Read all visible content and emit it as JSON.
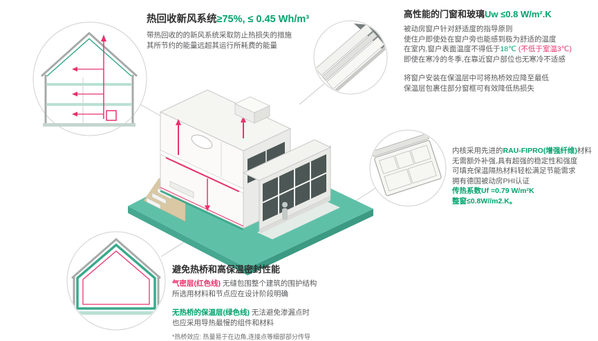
{
  "colors": {
    "accent_green": "#00A36C",
    "platform_teal": "#5FC0A8",
    "accent_red": "#E8336D",
    "line_gray": "#C9C9C9"
  },
  "heat_recovery": {
    "title_black": "热回收新风系统",
    "title_green": "≥75%, ≤ 0.45 Wh/m³",
    "body": [
      "带热回收的的新风系统采取防止热损失的措施",
      "其所节约的能量远超其运行所耗费的能量"
    ]
  },
  "windows": {
    "title_black": "高性能的门窗和玻璃",
    "title_green": "Uw ≤0.8 W/m².K",
    "line1": "被动房窗户针对舒适度的指导原则",
    "line2": "使住户即使处在窗户旁也能感到极为舒适的温度",
    "line3_black": "在室内,窗户表面温度不得低于",
    "line3_green": "18℃",
    "line3_red": " (不低于室温3℃)",
    "line4": "即使在寒冷的冬季,在靠近窗户部位也无寒冷不适感",
    "line5": "将窗户安装在保温层中可将热桥效应降至最低",
    "line6": "保温层包裹住部分窗框可有效降低热损失"
  },
  "frame_profile": {
    "line1_black_a": "内核采用先进的",
    "line1_green": "RAU-FIPRO(增强纤维)",
    "line1_black_b": "材料",
    "line2": "无需额外补强,具有超强的稳定性和强度",
    "line3": "可填充保温隔热材料轻松满足节能需求",
    "line4": "拥有德国被动房PHI认证",
    "u_value_frame": "传热系数Uf =0.79 W/m²K",
    "u_value_window": "整窗≤0.8W//m2.K。"
  },
  "thermal_bridge": {
    "title": "避免热桥和高保温密封性能",
    "airtight_label": "气密层(红色线)",
    "airtight_text": " 无缝包围整个建筑的围护结构",
    "airtight_line2": "所选用材料和节点应在设计阶段明确",
    "insulation_label": "无热桥的保温层(绿色线)",
    "insulation_text": " 无法避免渗漏点时",
    "insulation_line2": "也应采用导热最慢的组件和材料",
    "footnote": "*热桥效应: 热量易于在边角,连接点等细部部分传导"
  }
}
